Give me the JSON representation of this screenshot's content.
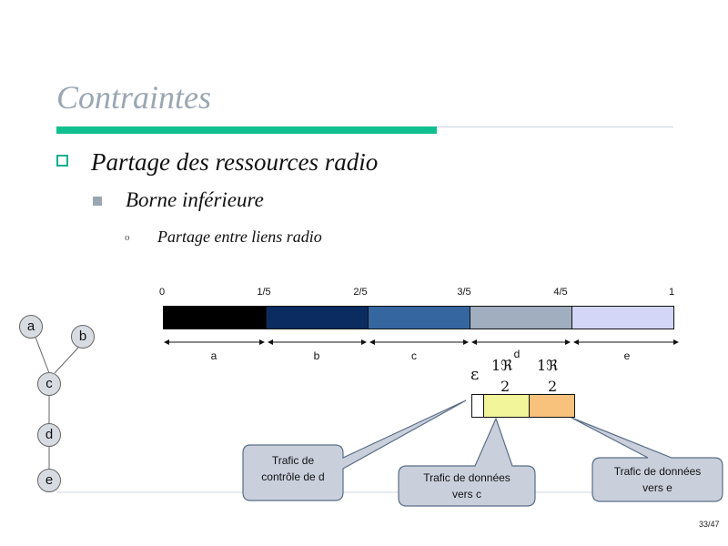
{
  "slide": {
    "title": "Contraintes",
    "bullet_level1": "Partage des ressources radio",
    "bullet_level2": "Borne inférieure",
    "bullet_level3": "Partage entre liens radio",
    "bullet_level3_marker": "o",
    "page_number": "33/47"
  },
  "bar": {
    "ticks": [
      "0",
      "1/5",
      "2/5",
      "3/5",
      "4/5",
      "1"
    ],
    "segment_labels": [
      "a",
      "b",
      "c",
      "d",
      "e"
    ],
    "segment_colors": [
      "#000000",
      "#0a2c60",
      "#3566a0",
      "#a0aebf",
      "#d4d6f7"
    ]
  },
  "graph": {
    "nodes": [
      "a",
      "b",
      "c",
      "d",
      "e"
    ]
  },
  "formulas": {
    "epsilon": "ε",
    "first_num": "1ℜ",
    "first_den": "2",
    "first_sup": "d",
    "second_num": "1ℜ",
    "second_den": "2"
  },
  "subdivision_colors": [
    "#ffffff",
    "#f2f59a",
    "#f8c27d"
  ],
  "callouts": {
    "control": [
      "Trafic de",
      "contrôle de d"
    ],
    "data_c": [
      "Trafic de données",
      "vers c"
    ],
    "data_e": [
      "Trafic de données",
      "vers e"
    ]
  }
}
